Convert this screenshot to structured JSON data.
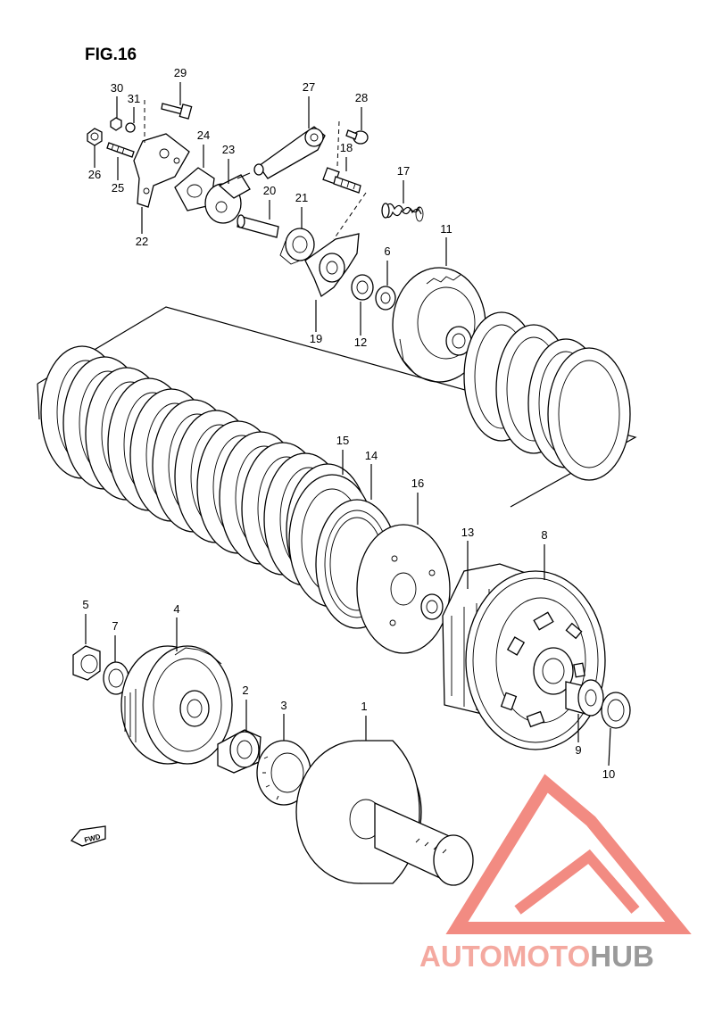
{
  "figure": {
    "title": "FIG.16"
  },
  "direction_label": "FWD",
  "watermark": {
    "text_left": "AUTOMOTO",
    "text_right": "HUB",
    "color_left": "#f4a9a0",
    "color_right": "#9a9a9a",
    "logo_color": "#f28b82"
  },
  "callouts": [
    {
      "id": "1",
      "label": "1"
    },
    {
      "id": "2",
      "label": "2"
    },
    {
      "id": "3",
      "label": "3"
    },
    {
      "id": "4",
      "label": "4"
    },
    {
      "id": "5",
      "label": "5"
    },
    {
      "id": "6",
      "label": "6"
    },
    {
      "id": "7",
      "label": "7"
    },
    {
      "id": "8",
      "label": "8"
    },
    {
      "id": "9",
      "label": "9"
    },
    {
      "id": "10",
      "label": "10"
    },
    {
      "id": "11",
      "label": "11"
    },
    {
      "id": "12",
      "label": "12"
    },
    {
      "id": "13",
      "label": "13"
    },
    {
      "id": "14",
      "label": "14"
    },
    {
      "id": "15",
      "label": "15"
    },
    {
      "id": "16",
      "label": "16"
    },
    {
      "id": "17",
      "label": "17"
    },
    {
      "id": "18",
      "label": "18"
    },
    {
      "id": "19",
      "label": "19"
    },
    {
      "id": "20",
      "label": "20"
    },
    {
      "id": "21",
      "label": "21"
    },
    {
      "id": "22",
      "label": "22"
    },
    {
      "id": "23",
      "label": "23"
    },
    {
      "id": "24",
      "label": "24"
    },
    {
      "id": "25",
      "label": "25"
    },
    {
      "id": "26",
      "label": "26"
    },
    {
      "id": "27",
      "label": "27"
    },
    {
      "id": "28",
      "label": "28"
    },
    {
      "id": "29",
      "label": "29"
    },
    {
      "id": "30",
      "label": "30"
    },
    {
      "id": "31",
      "label": "31"
    }
  ]
}
